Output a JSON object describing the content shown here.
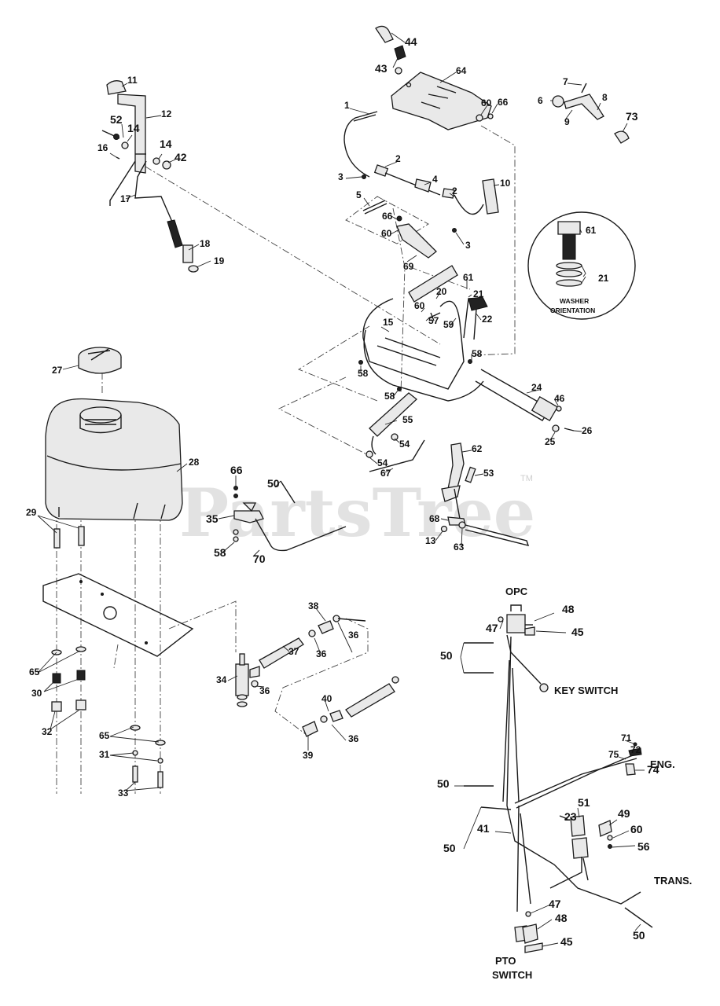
{
  "watermark": {
    "text": "PartsTree",
    "trademark": "TM"
  },
  "labels": {
    "opc": "OPC",
    "key_switch": "KEY SWITCH",
    "eng": "ENG.",
    "trans": "TRANS.",
    "pto_line1": "PTO",
    "pto_line2": "SWITCH",
    "washer_line1": "WASHER",
    "washer_line2": "ORIENTATION"
  },
  "callouts": [
    {
      "n": "44"
    },
    {
      "n": "43"
    },
    {
      "n": "64"
    },
    {
      "n": "60"
    },
    {
      "n": "66"
    },
    {
      "n": "1"
    },
    {
      "n": "11"
    },
    {
      "n": "12"
    },
    {
      "n": "52"
    },
    {
      "n": "14"
    },
    {
      "n": "16"
    },
    {
      "n": "14"
    },
    {
      "n": "42"
    },
    {
      "n": "17"
    },
    {
      "n": "18"
    },
    {
      "n": "19"
    },
    {
      "n": "7"
    },
    {
      "n": "6"
    },
    {
      "n": "8"
    },
    {
      "n": "9"
    },
    {
      "n": "73"
    },
    {
      "n": "3"
    },
    {
      "n": "2"
    },
    {
      "n": "4"
    },
    {
      "n": "5"
    },
    {
      "n": "2"
    },
    {
      "n": "10"
    },
    {
      "n": "66"
    },
    {
      "n": "60"
    },
    {
      "n": "3"
    },
    {
      "n": "69"
    },
    {
      "n": "61"
    },
    {
      "n": "21"
    },
    {
      "n": "61"
    },
    {
      "n": "21"
    },
    {
      "n": "20"
    },
    {
      "n": "60"
    },
    {
      "n": "57"
    },
    {
      "n": "15"
    },
    {
      "n": "59"
    },
    {
      "n": "22"
    },
    {
      "n": "58"
    },
    {
      "n": "58"
    },
    {
      "n": "58"
    },
    {
      "n": "24"
    },
    {
      "n": "46"
    },
    {
      "n": "25"
    },
    {
      "n": "26"
    },
    {
      "n": "55"
    },
    {
      "n": "54"
    },
    {
      "n": "54"
    },
    {
      "n": "67"
    },
    {
      "n": "27"
    },
    {
      "n": "28"
    },
    {
      "n": "66"
    },
    {
      "n": "50"
    },
    {
      "n": "35"
    },
    {
      "n": "58"
    },
    {
      "n": "70"
    },
    {
      "n": "62"
    },
    {
      "n": "53"
    },
    {
      "n": "68"
    },
    {
      "n": "13"
    },
    {
      "n": "63"
    },
    {
      "n": "29"
    },
    {
      "n": "65"
    },
    {
      "n": "30"
    },
    {
      "n": "32"
    },
    {
      "n": "65"
    },
    {
      "n": "31"
    },
    {
      "n": "33"
    },
    {
      "n": "38"
    },
    {
      "n": "36"
    },
    {
      "n": "36"
    },
    {
      "n": "37"
    },
    {
      "n": "34"
    },
    {
      "n": "36"
    },
    {
      "n": "40"
    },
    {
      "n": "36"
    },
    {
      "n": "39"
    },
    {
      "n": "48"
    },
    {
      "n": "47"
    },
    {
      "n": "45"
    },
    {
      "n": "50"
    },
    {
      "n": "71"
    },
    {
      "n": "72"
    },
    {
      "n": "75"
    },
    {
      "n": "74"
    },
    {
      "n": "50"
    },
    {
      "n": "51"
    },
    {
      "n": "23"
    },
    {
      "n": "49"
    },
    {
      "n": "60"
    },
    {
      "n": "56"
    },
    {
      "n": "41"
    },
    {
      "n": "50"
    },
    {
      "n": "47"
    },
    {
      "n": "48"
    },
    {
      "n": "45"
    },
    {
      "n": "50"
    }
  ]
}
